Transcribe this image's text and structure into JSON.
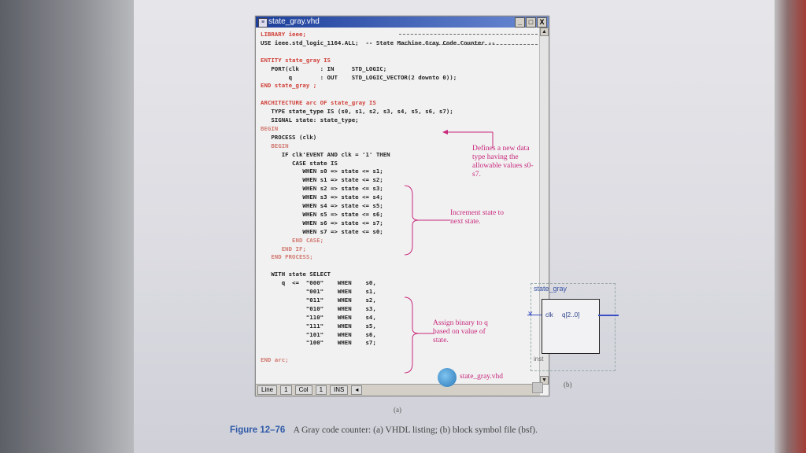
{
  "window": {
    "title": "state_gray.vhd"
  },
  "window_buttons": [
    "_",
    "□",
    "X"
  ],
  "code_lines": [
    {
      "t": "LIBRARY ieee;",
      "k": "kw"
    },
    {
      "t": "USE ieee.std_logic_1164.ALL;  -- State Machine Gray Code Counter --",
      "k": ""
    },
    {
      "t": "",
      "k": ""
    },
    {
      "t": "ENTITY state_gray IS",
      "k": "kw"
    },
    {
      "t": "   PORT(clk      : IN     STD_LOGIC;",
      "k": ""
    },
    {
      "t": "        q        : OUT    STD_LOGIC_VECTOR(2 downto 0));",
      "k": ""
    },
    {
      "t": "END state_gray ;",
      "k": "kw"
    },
    {
      "t": "",
      "k": ""
    },
    {
      "t": "ARCHITECTURE arc OF state_gray IS",
      "k": "kw"
    },
    {
      "t": "   TYPE state_type IS (s0, s1, s2, s3, s4, s5, s6, s7);",
      "k": ""
    },
    {
      "t": "   SIGNAL state: state_type;",
      "k": ""
    },
    {
      "t": "BEGIN",
      "k": "kw2"
    },
    {
      "t": "   PROCESS (clk)",
      "k": ""
    },
    {
      "t": "   BEGIN",
      "k": "kw2"
    },
    {
      "t": "      IF clk'EVENT AND clk = '1' THEN",
      "k": ""
    },
    {
      "t": "         CASE state IS",
      "k": ""
    },
    {
      "t": "            WHEN s0 => state <= s1;",
      "k": ""
    },
    {
      "t": "            WHEN s1 => state <= s2;",
      "k": ""
    },
    {
      "t": "            WHEN s2 => state <= s3;",
      "k": ""
    },
    {
      "t": "            WHEN s3 => state <= s4;",
      "k": ""
    },
    {
      "t": "            WHEN s4 => state <= s5;",
      "k": ""
    },
    {
      "t": "            WHEN s5 => state <= s6;",
      "k": ""
    },
    {
      "t": "            WHEN s6 => state <= s7;",
      "k": ""
    },
    {
      "t": "            WHEN s7 => state <= s0;",
      "k": ""
    },
    {
      "t": "         END CASE;",
      "k": "kw2"
    },
    {
      "t": "      END IF;",
      "k": "kw2"
    },
    {
      "t": "   END PROCESS;",
      "k": "kw2"
    },
    {
      "t": "",
      "k": ""
    },
    {
      "t": "   WITH state SELECT",
      "k": ""
    },
    {
      "t": "      q  <=  \"000\"    WHEN    s0,",
      "k": ""
    },
    {
      "t": "             \"001\"    WHEN    s1,",
      "k": ""
    },
    {
      "t": "             \"011\"    WHEN    s2,",
      "k": ""
    },
    {
      "t": "             \"010\"    WHEN    s3,",
      "k": ""
    },
    {
      "t": "             \"110\"    WHEN    s4,",
      "k": ""
    },
    {
      "t": "             \"111\"    WHEN    s5,",
      "k": ""
    },
    {
      "t": "             \"101\"    WHEN    s6,",
      "k": ""
    },
    {
      "t": "             \"100\"    WHEN    s7;",
      "k": ""
    },
    {
      "t": "",
      "k": ""
    },
    {
      "t": "END arc;",
      "k": "kw2"
    }
  ],
  "status": {
    "line_label": "Line",
    "line_value": "1",
    "col_label": "Col",
    "col_value": "1",
    "mode": "INS"
  },
  "annotations": {
    "type_note": "Defines a new data type having the allowable values s0-s7.",
    "increment_note": "Increment state to next state.",
    "assign_note": "Assign binary to q based on value of state."
  },
  "symbol": {
    "title": "state_gray",
    "clk_pin": "clk",
    "q_pin": "q[2..0]",
    "inst": "inst"
  },
  "file_name": "state_gray.vhd",
  "label_a": "(a)",
  "label_b": "(b)",
  "caption": {
    "number": "Figure 12–76",
    "text": "A Gray code counter: (a) VHDL listing; (b) block symbol file (bsf)."
  },
  "colors": {
    "keyword": "#d1423a",
    "annotation": "#c8287c",
    "caption_number": "#2f5aa8",
    "wire": "#3b4fc4"
  }
}
